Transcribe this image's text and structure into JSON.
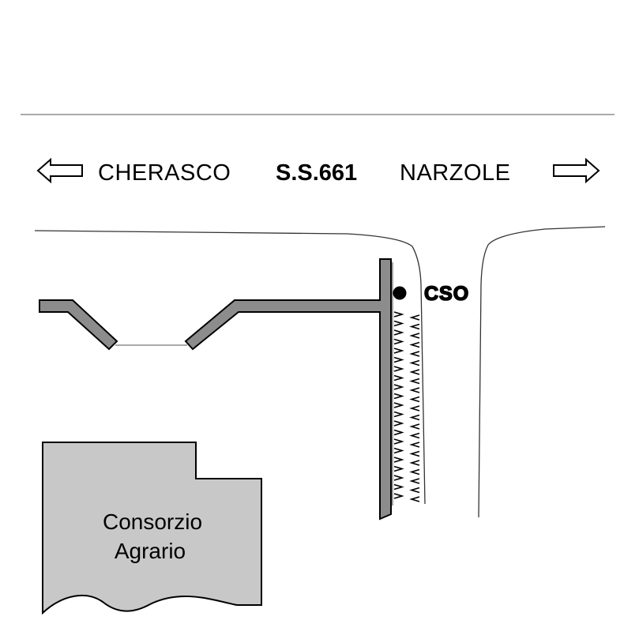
{
  "road": {
    "left_destination": "CHERASCO",
    "route_code": "S.S.661",
    "right_destination": "NARZOLE"
  },
  "icons": {
    "left": "left-arrow-icon",
    "right": "right-arrow-icon",
    "outfall": "cso-outfall-dot"
  },
  "cso_label": "CSO",
  "building": {
    "line1": "Consorzio",
    "line2": "Agrario"
  },
  "colors": {
    "ink": "#000000",
    "wall_fill": "#8c8c8c",
    "building_fill": "#c8c8c8",
    "thin_line": "#555555"
  }
}
